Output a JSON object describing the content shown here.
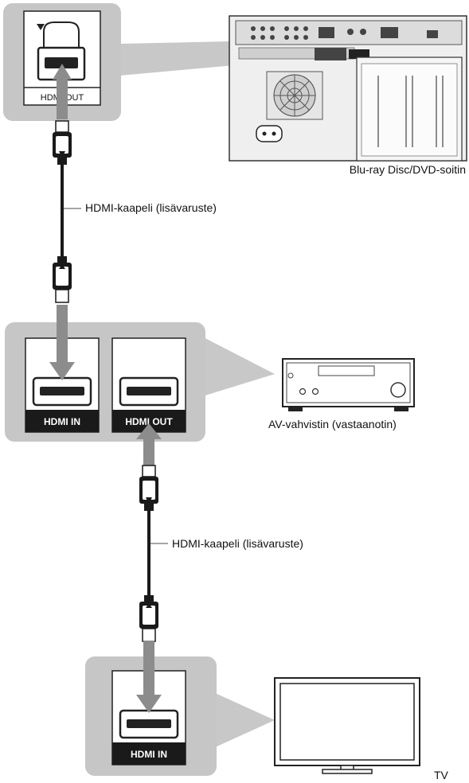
{
  "labels": {
    "player": "Blu-ray Disc/DVD-soitin",
    "cable_top": "HDMI-kaapeli (lisävaruste)",
    "amplifier": "AV-vahvistin (vastaanotin)",
    "cable_bottom": "HDMI-kaapeli (lisävaruste)",
    "tv": "TV"
  },
  "ports": {
    "player_out": "HDMI OUT",
    "amp_in": "HDMI IN",
    "amp_out": "HDMI OUT",
    "tv_in": "HDMI IN"
  },
  "colors": {
    "callout_gray": "#bfbfbf",
    "arrow_gray": "#8c8c8c",
    "dark": "#1a1a1a"
  },
  "icons": {
    "player_port": "hdmi-port-icon",
    "amp": "av-receiver-icon",
    "tv": "tv-icon",
    "plug": "hdmi-plug-icon"
  }
}
